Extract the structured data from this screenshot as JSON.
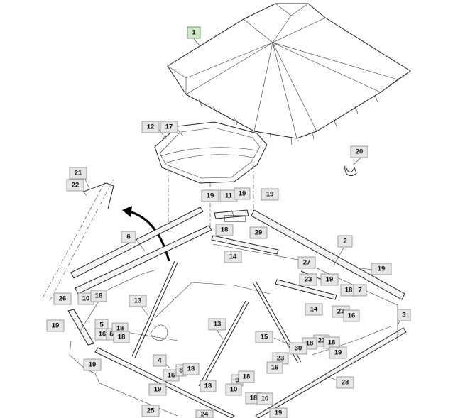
{
  "callouts": [
    {
      "label": "1",
      "highlight": true
    },
    {
      "label": "12"
    },
    {
      "label": "17"
    },
    {
      "label": "20"
    },
    {
      "label": "21"
    },
    {
      "label": "22"
    },
    {
      "label": "19"
    },
    {
      "label": "11"
    },
    {
      "label": "19"
    },
    {
      "label": "19"
    },
    {
      "label": "18"
    },
    {
      "label": "29"
    },
    {
      "label": "6"
    },
    {
      "label": "14"
    },
    {
      "label": "2"
    },
    {
      "label": "27"
    },
    {
      "label": "19"
    },
    {
      "label": "23"
    },
    {
      "label": "19"
    },
    {
      "label": "18"
    },
    {
      "label": "7"
    },
    {
      "label": "26"
    },
    {
      "label": "10"
    },
    {
      "label": "18"
    },
    {
      "label": "13"
    },
    {
      "label": "14"
    },
    {
      "label": "23"
    },
    {
      "label": "16"
    },
    {
      "label": "3"
    },
    {
      "label": "19"
    },
    {
      "label": "5"
    },
    {
      "label": "16"
    },
    {
      "label": "8"
    },
    {
      "label": "18"
    },
    {
      "label": "13"
    },
    {
      "label": "15"
    },
    {
      "label": "18"
    },
    {
      "label": "23"
    },
    {
      "label": "18"
    },
    {
      "label": "18"
    },
    {
      "label": "30"
    },
    {
      "label": "19"
    },
    {
      "label": "4"
    },
    {
      "label": "19"
    },
    {
      "label": "16"
    },
    {
      "label": "8"
    },
    {
      "label": "18"
    },
    {
      "label": "23"
    },
    {
      "label": "16"
    },
    {
      "label": "28"
    },
    {
      "label": "9"
    },
    {
      "label": "18"
    },
    {
      "label": "18"
    },
    {
      "label": "19"
    },
    {
      "label": "10"
    },
    {
      "label": "18"
    },
    {
      "label": "10"
    },
    {
      "label": "25"
    },
    {
      "label": "24"
    },
    {
      "label": "19"
    }
  ]
}
